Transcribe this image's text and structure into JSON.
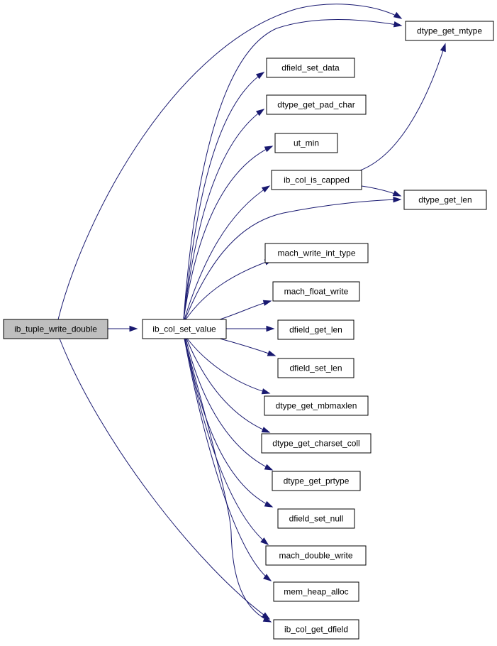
{
  "colors": {
    "edge": "#191970",
    "node_border": "#000000",
    "node_fill": "#ffffff",
    "root_fill": "#bfbfbf"
  },
  "nodes": [
    {
      "id": "n0",
      "label": "ib_tuple_write_double"
    },
    {
      "id": "n1",
      "label": "ib_col_set_value"
    },
    {
      "id": "n2",
      "label": "dtype_get_mtype"
    },
    {
      "id": "n3",
      "label": "dfield_set_data"
    },
    {
      "id": "n4",
      "label": "dtype_get_pad_char"
    },
    {
      "id": "n5",
      "label": "ut_min"
    },
    {
      "id": "n6",
      "label": "ib_col_is_capped"
    },
    {
      "id": "n7",
      "label": "dtype_get_len"
    },
    {
      "id": "n8",
      "label": "mach_write_int_type"
    },
    {
      "id": "n9",
      "label": "mach_float_write"
    },
    {
      "id": "n10",
      "label": "dfield_get_len"
    },
    {
      "id": "n11",
      "label": "dfield_set_len"
    },
    {
      "id": "n12",
      "label": "dtype_get_mbmaxlen"
    },
    {
      "id": "n13",
      "label": "dtype_get_charset_coll"
    },
    {
      "id": "n14",
      "label": "dtype_get_prtype"
    },
    {
      "id": "n15",
      "label": "dfield_set_null"
    },
    {
      "id": "n16",
      "label": "mach_double_write"
    },
    {
      "id": "n17",
      "label": "mem_heap_alloc"
    },
    {
      "id": "n18",
      "label": "ib_col_get_dfield"
    }
  ],
  "edges": [
    {
      "from": "n0",
      "to": "n1"
    },
    {
      "from": "n0",
      "to": "n2"
    },
    {
      "from": "n0",
      "to": "n18"
    },
    {
      "from": "n1",
      "to": "n2"
    },
    {
      "from": "n1",
      "to": "n3"
    },
    {
      "from": "n1",
      "to": "n4"
    },
    {
      "from": "n1",
      "to": "n5"
    },
    {
      "from": "n1",
      "to": "n6"
    },
    {
      "from": "n1",
      "to": "n7"
    },
    {
      "from": "n1",
      "to": "n8"
    },
    {
      "from": "n1",
      "to": "n9"
    },
    {
      "from": "n1",
      "to": "n10"
    },
    {
      "from": "n1",
      "to": "n11"
    },
    {
      "from": "n1",
      "to": "n12"
    },
    {
      "from": "n1",
      "to": "n13"
    },
    {
      "from": "n1",
      "to": "n14"
    },
    {
      "from": "n1",
      "to": "n15"
    },
    {
      "from": "n1",
      "to": "n16"
    },
    {
      "from": "n1",
      "to": "n17"
    },
    {
      "from": "n1",
      "to": "n18"
    },
    {
      "from": "n6",
      "to": "n2"
    },
    {
      "from": "n6",
      "to": "n7"
    }
  ]
}
